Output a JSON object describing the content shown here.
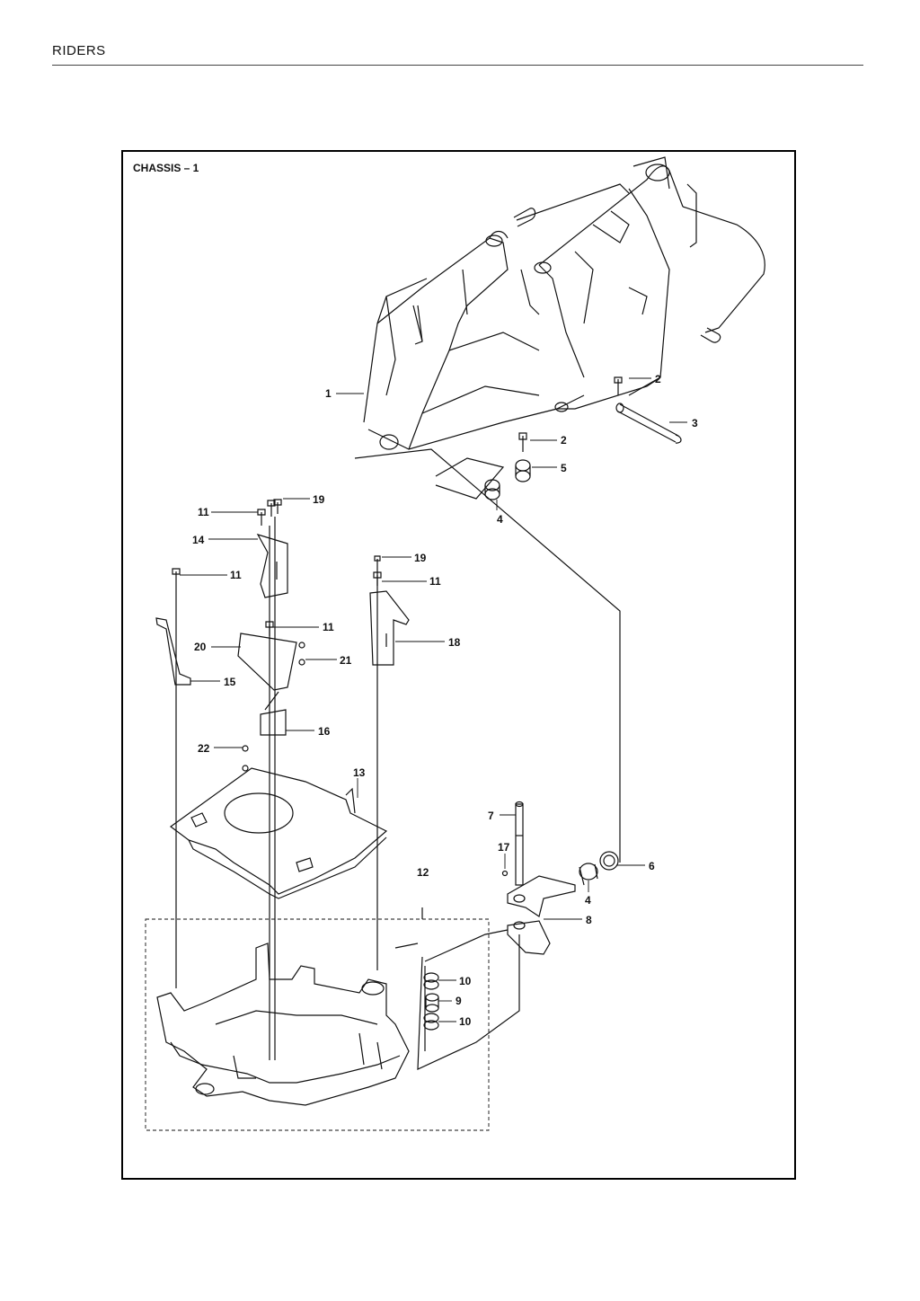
{
  "header": {
    "section": "RIDERS"
  },
  "diagram": {
    "title": "CHASSIS – 1",
    "callouts": [
      "1",
      "2",
      "2",
      "3",
      "4",
      "4",
      "5",
      "6",
      "7",
      "8",
      "9",
      "10",
      "10",
      "11",
      "11",
      "11",
      "11",
      "12",
      "13",
      "14",
      "15",
      "16",
      "17",
      "18",
      "19",
      "19",
      "20",
      "21",
      "22"
    ]
  }
}
